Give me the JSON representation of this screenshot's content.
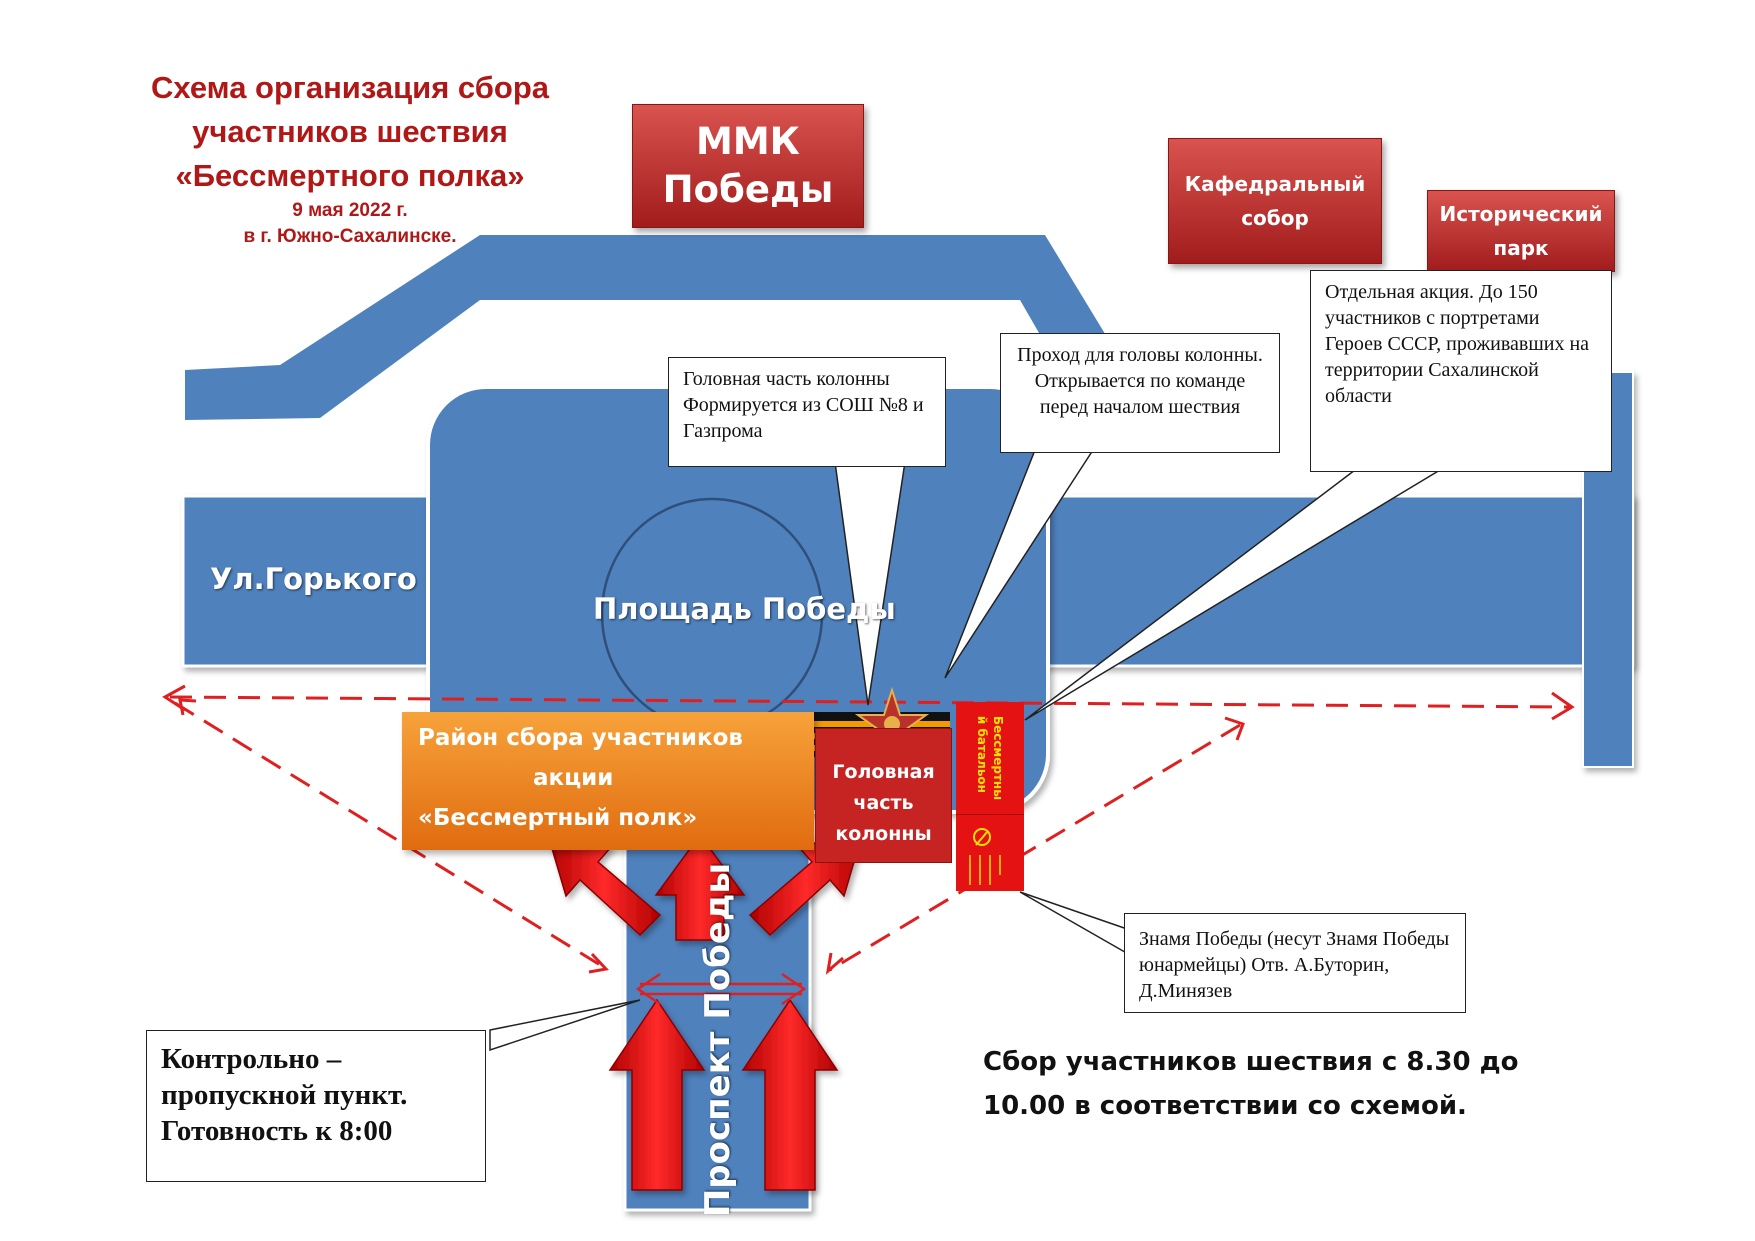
{
  "title": {
    "line1": "Схема организация сбора",
    "line2": "участников шествия",
    "line3": "«Бессмертного полка»",
    "date": "9 мая  2022 г.",
    "city": "в г. Южно-Сахалинске."
  },
  "buildings": {
    "mmk_line1": "ММК",
    "mmk_line2": "Победы",
    "sobor_line1": "Кафедральный",
    "sobor_line2": "собор",
    "park_line1": "Исторический",
    "park_line2": "парк"
  },
  "roads": {
    "gorkogo": "Ул.Горького",
    "ploshchad": "Площадь Победы",
    "prospekt": "Проспект Победы"
  },
  "callouts": {
    "head": "Головная часть колонны Формируется из СОШ №8 и Газпрома",
    "passage": "Проход для головы колонны. Открывается по команде перед началом  шествия",
    "separate": "Отдельная акция. До 150 участников с портретами Героев СССР, проживавших на территории Сахалинской области",
    "banner": "Знамя Победы (несут Знамя Победы юнармейцы) Отв. А.Буторин, Д.Минязев"
  },
  "assembly": {
    "line1": "Район сбора участников",
    "line2": "акции",
    "line3": "«Бессмертный полк»"
  },
  "head_column": {
    "line1": "Головная",
    "line2": "часть",
    "line3": "колонны"
  },
  "battalion": {
    "line1": "Бессмертны",
    "line2": "й батальон"
  },
  "kpp": {
    "line1": "Контрольно –",
    "line2": "пропускной пункт.",
    "line3": "Готовность к 8:00"
  },
  "note": {
    "line1": "Сбор участников шествия с 8.30 до",
    "line2": "10.00 в соответствии со схемой."
  },
  "colors": {
    "road": "#4f81bd",
    "building": "#c0282a",
    "assembly": "#f08a24",
    "arrow": "#e01414"
  }
}
